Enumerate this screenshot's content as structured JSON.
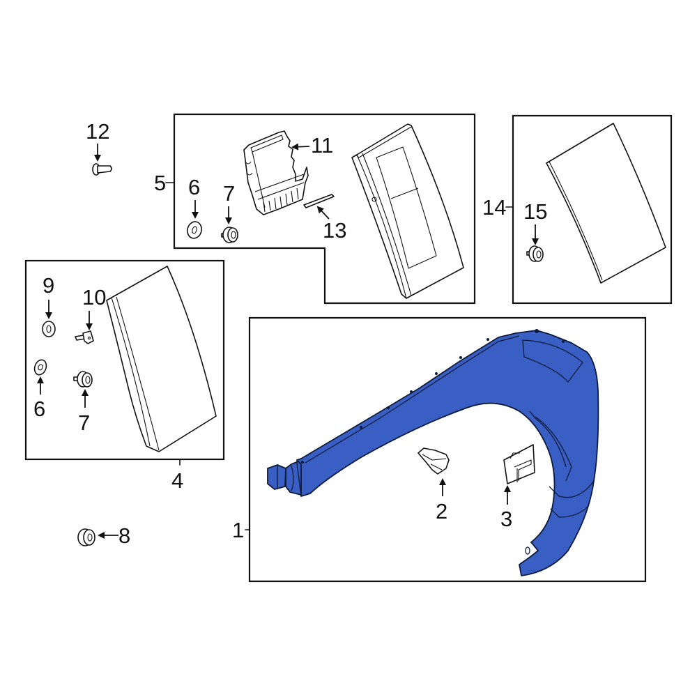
{
  "diagram": {
    "type": "exploded-parts-diagram",
    "highlight_color": "#3a5fc4",
    "line_color": "#111111",
    "background": "#ffffff",
    "callouts": [
      {
        "id": "1",
        "label": "1",
        "part": "fender"
      },
      {
        "id": "2",
        "label": "2",
        "part": "clip"
      },
      {
        "id": "3",
        "label": "3",
        "part": "bracket"
      },
      {
        "id": "4",
        "label": "4",
        "part": "molding-assembly"
      },
      {
        "id": "5",
        "label": "5",
        "part": "molding-assembly-with-module"
      },
      {
        "id": "6a",
        "label": "6",
        "part": "washer"
      },
      {
        "id": "6b",
        "label": "6",
        "part": "washer"
      },
      {
        "id": "7a",
        "label": "7",
        "part": "nut"
      },
      {
        "id": "7b",
        "label": "7",
        "part": "nut"
      },
      {
        "id": "8",
        "label": "8",
        "part": "washer"
      },
      {
        "id": "9",
        "label": "9",
        "part": "retainer"
      },
      {
        "id": "10",
        "label": "10",
        "part": "grommet"
      },
      {
        "id": "11",
        "label": "11",
        "part": "module"
      },
      {
        "id": "12",
        "label": "12",
        "part": "bolt"
      },
      {
        "id": "13",
        "label": "13",
        "part": "tape"
      },
      {
        "id": "14",
        "label": "14",
        "part": "molding"
      },
      {
        "id": "15",
        "label": "15",
        "part": "nut"
      }
    ]
  }
}
